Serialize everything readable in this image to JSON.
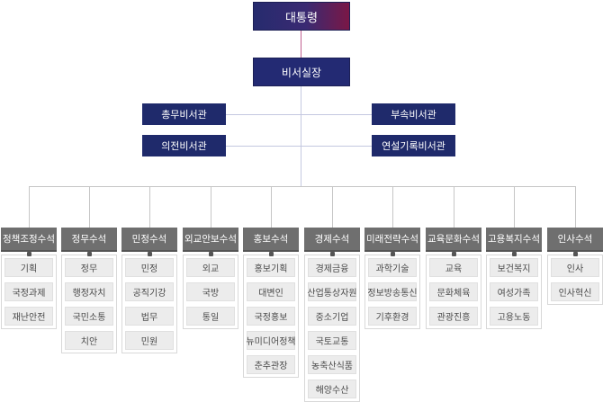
{
  "top": {
    "label": "대통령"
  },
  "chief": {
    "label": "비서실장"
  },
  "secretaries": {
    "left": [
      "총무비서관",
      "의전비서관"
    ],
    "right": [
      "부속비서관",
      "연설기록비서관"
    ]
  },
  "departments": [
    {
      "name": "정책조정수석",
      "items": [
        "기획",
        "국정과제",
        "재난안전"
      ]
    },
    {
      "name": "정무수석",
      "items": [
        "정무",
        "행정자치",
        "국민소통",
        "치안"
      ]
    },
    {
      "name": "민정수석",
      "items": [
        "민정",
        "공직기강",
        "법무",
        "민원"
      ]
    },
    {
      "name": "외교안보수석",
      "items": [
        "외교",
        "국방",
        "통일"
      ]
    },
    {
      "name": "홍보수석",
      "items": [
        "홍보기획",
        "대변인",
        "국정홍보",
        "뉴미디어정책",
        "춘추관장"
      ]
    },
    {
      "name": "경제수석",
      "items": [
        "경제금융",
        "산업통상자원",
        "중소기업",
        "국토교통",
        "농축산식품",
        "해양수산"
      ]
    },
    {
      "name": "미래전략수석",
      "items": [
        "과학기술",
        "정보방송통신",
        "기후환경"
      ]
    },
    {
      "name": "교육문화수석",
      "items": [
        "교육",
        "문화체육",
        "관광진흥"
      ]
    },
    {
      "name": "고용복지수석",
      "items": [
        "보건복지",
        "여성가족",
        "고용노동"
      ]
    },
    {
      "name": "인사수석",
      "items": [
        "인사",
        "인사혁신"
      ]
    }
  ],
  "colors": {
    "navy": "#1f2a6b",
    "dept_gray": "#6f6f6f",
    "item_bg": "#ececec"
  }
}
